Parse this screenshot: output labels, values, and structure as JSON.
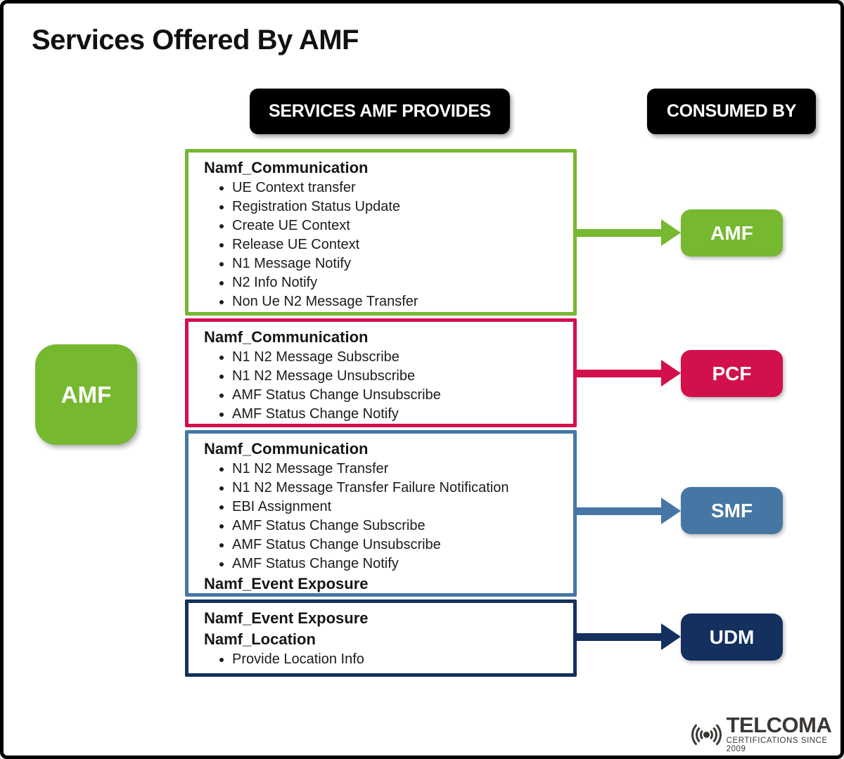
{
  "title": "Services Offered By AMF",
  "headers": {
    "provides": "SERVICES AMF PROVIDES",
    "consumed": "CONSUMED BY"
  },
  "source_node": {
    "label": "AMF",
    "color": "#76b82f"
  },
  "services": [
    {
      "color": "#76b82f",
      "heading": "Namf_Communication",
      "items": [
        "UE Context transfer",
        "Registration Status Update",
        "Create UE Context",
        "Release UE Context",
        "N1 Message Notify",
        "N2 Info Notify",
        "Non Ue N2 Message Transfer"
      ],
      "consumer": {
        "label": "AMF",
        "color": "#76b82f"
      }
    },
    {
      "color": "#d2104c",
      "heading": "Namf_Communication",
      "items": [
        "N1 N2 Message Subscribe",
        "N1 N2 Message Unsubscribe",
        "AMF Status Change Unsubscribe",
        "AMF Status Change Notify"
      ],
      "consumer": {
        "label": "PCF",
        "color": "#d2104c"
      }
    },
    {
      "color": "#4677a4",
      "heading": "Namf_Communication",
      "items": [
        "N1 N2 Message Transfer",
        "N1 N2 Message Transfer Failure Notification",
        "EBI Assignment",
        "AMF Status Change Subscribe",
        "AMF Status Change Unsubscribe",
        "AMF Status Change Notify"
      ],
      "footer_heading": "Namf_Event Exposure",
      "consumer": {
        "label": "SMF",
        "color": "#4677a4"
      }
    },
    {
      "color": "#13305e",
      "heading": "Namf_Event Exposure",
      "heading2": "Namf_Location",
      "items": [
        "Provide Location Info"
      ],
      "consumer": {
        "label": "UDM",
        "color": "#13305e"
      }
    }
  ],
  "logo": {
    "icon": "radio-waves-icon",
    "name": "TELCOMA",
    "tagline": "CERTIFICATIONS SINCE 2009",
    "color": "#3b3734"
  },
  "colors": {
    "frame": "#000000",
    "background": "#ffffff",
    "badge": "#000000",
    "text": "#1c1c1c"
  }
}
